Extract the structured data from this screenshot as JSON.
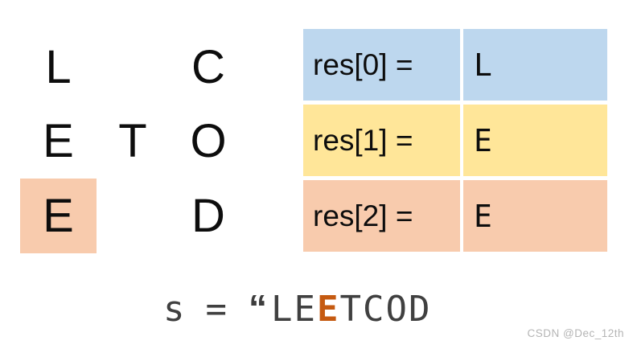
{
  "colors": {
    "row_blue": "#BDD7EE",
    "row_yellow": "#FFE699",
    "row_orange": "#F8CBAD",
    "highlight_cell_bg": "#F8CBAD",
    "highlight_char_fg": "#C55A11"
  },
  "zigzag": {
    "cells": [
      {
        "ch": "L"
      },
      {
        "ch": ""
      },
      {
        "ch": "C"
      },
      {
        "ch": "E"
      },
      {
        "ch": "T"
      },
      {
        "ch": "O"
      },
      {
        "ch": "E"
      },
      {
        "ch": ""
      },
      {
        "ch": "D"
      }
    ],
    "highlighted_cell_index": 6
  },
  "res_table": {
    "rows": [
      {
        "label": "res[0] =",
        "value": "L",
        "color": "#BDD7EE"
      },
      {
        "label": "res[1] =",
        "value": "E",
        "color": "#FFE699"
      },
      {
        "label": "res[2] =",
        "value": "E",
        "color": "#F8CBAD"
      }
    ]
  },
  "expression": {
    "var_name": "s",
    "equals": "=",
    "open_quote": "“",
    "prefix": "LE",
    "highlight_char": "E",
    "suffix": "TCOD",
    "full_string": "LEETCOD"
  },
  "watermark": {
    "text": "CSDN @Dec_12th"
  }
}
